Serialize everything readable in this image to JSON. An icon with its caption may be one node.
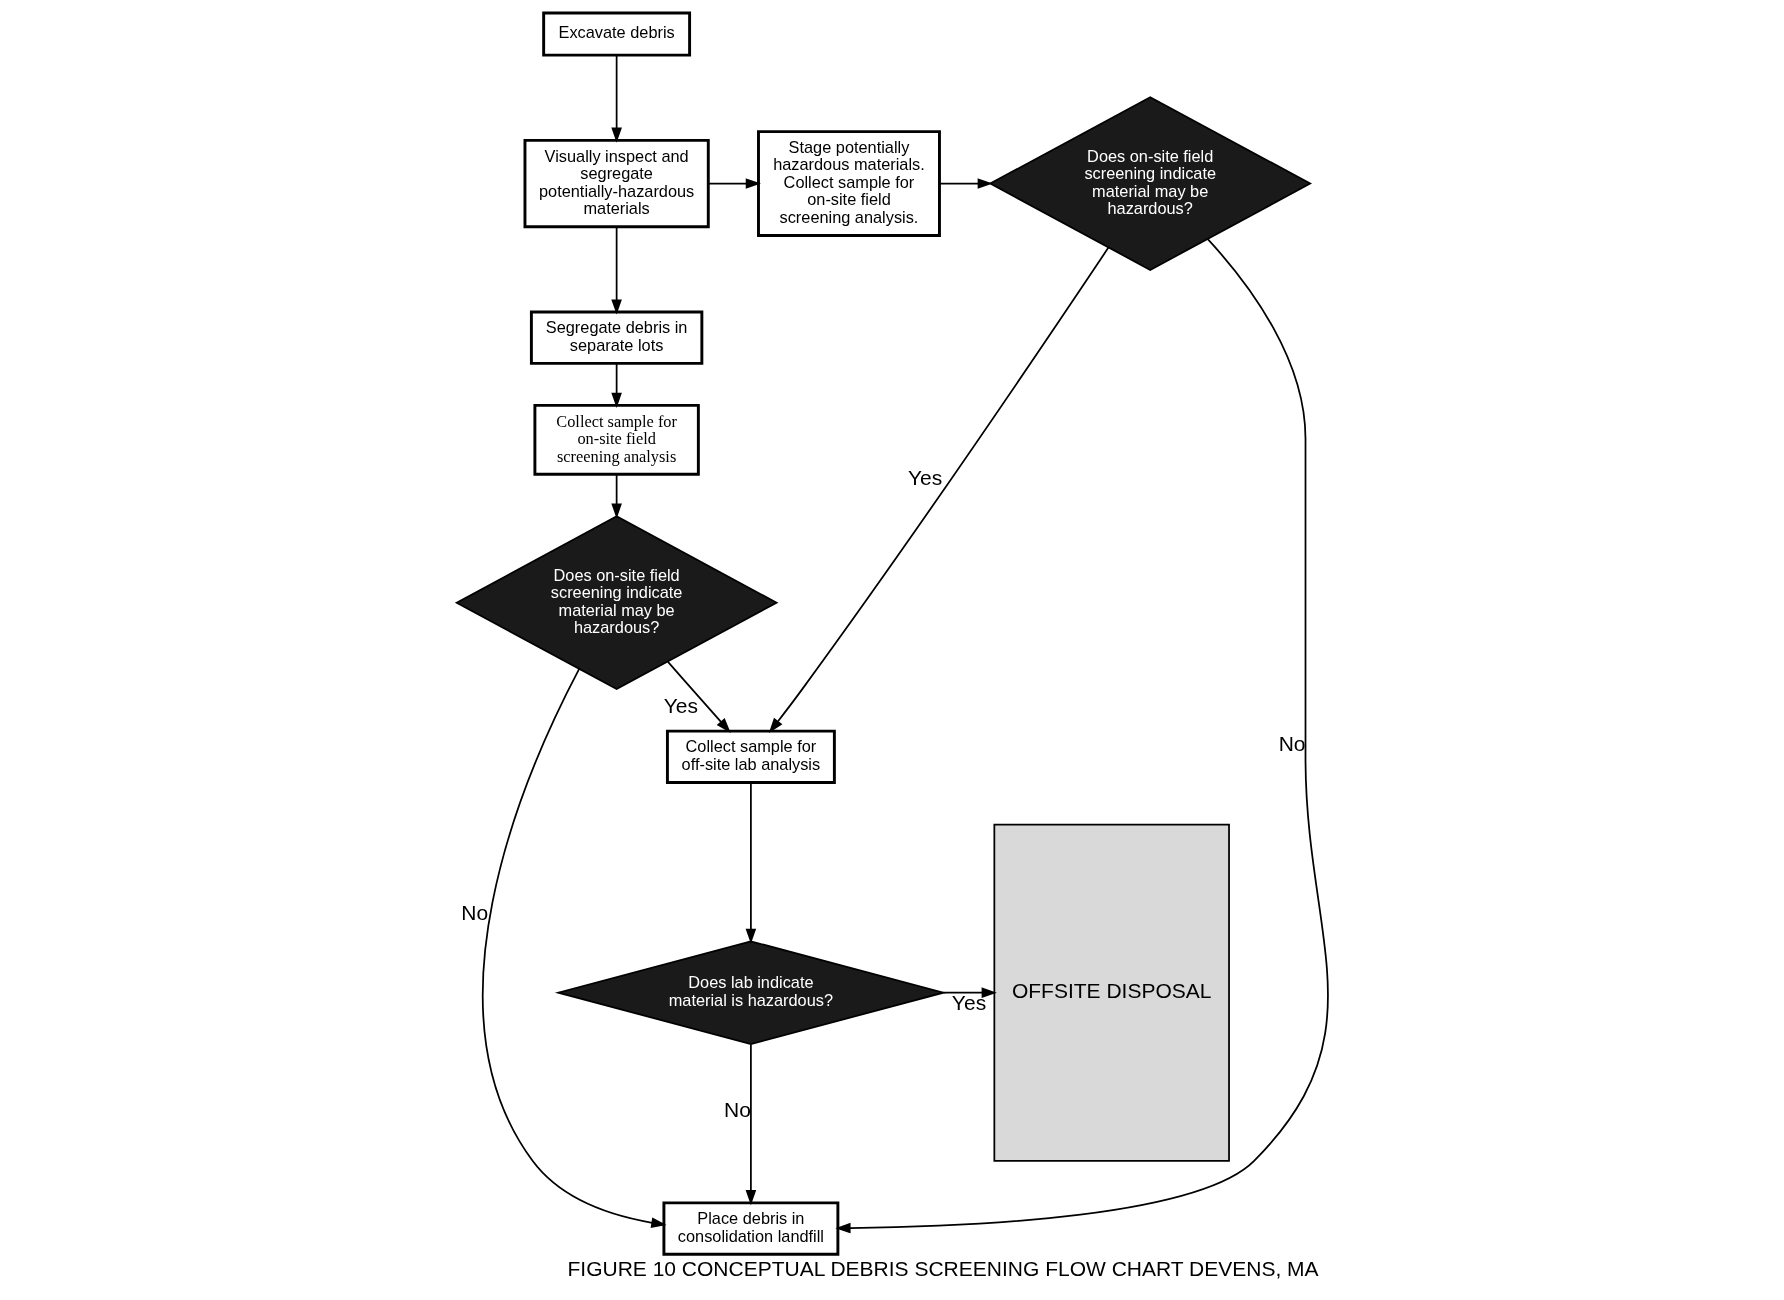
{
  "diagram": {
    "caption": "FIGURE 10 CONCEPTUAL DEBRIS SCREENING FLOW CHART DEVENS, MA",
    "nodes": [
      {
        "text": [
          "Excavate debris"
        ]
      },
      {
        "text": [
          "Visually inspect and segregate potentially-hazardous materials"
        ]
      },
      {
        "text": [
          "Stage potentially hazardous materials. Collect sample for on-site field screening analysis."
        ]
      },
      {
        "text": [
          "Does on-site field screening indicate material may be hazardous?"
        ]
      },
      {
        "text": [
          "Collect sample for off-site lab analysis"
        ]
      },
      {
        "text": [
          "Segregate debris in separate lots"
        ]
      },
      {
        "text": [
          "Collect sample for on-site field screening analysis"
        ]
      },
      {
        "text": [
          "Does on-site field screening indicate material may be hazardous?"
        ]
      },
      {
        "text": [
          "Does lab indicate material is hazardous?"
        ]
      },
      {
        "text": [
          "Place debris in consolidation landfill"
        ]
      },
      {
        "text": [
          "OFFSITE DISPOSAL"
        ]
      }
    ],
    "edges": [
      {
        "from": 0,
        "to": 1,
        "arrow": "to"
      },
      {
        "from": 1,
        "to": 2,
        "arrow": "to"
      },
      {
        "from": 2,
        "to": 3,
        "arrow": "to"
      },
      {
        "from": 3,
        "to": 4,
        "label": "Yes",
        "arrow": "to"
      },
      {
        "from": 3,
        "to": 9,
        "label": "No",
        "arrow": "to"
      },
      {
        "from": 1,
        "to": 5,
        "arrow": "to"
      },
      {
        "from": 5,
        "to": 6,
        "arrow": "to"
      },
      {
        "from": 6,
        "to": 7,
        "arrow": "to"
      },
      {
        "from": 7,
        "to": 4,
        "label": "Yes",
        "arrow": "to"
      },
      {
        "from": 7,
        "to": 9,
        "label": "No",
        "arrow": "to"
      },
      {
        "from": 4,
        "to": 8,
        "arrow": "to"
      },
      {
        "from": 8,
        "to": 10,
        "label": "Yes",
        "arrow": "to"
      },
      {
        "from": 8,
        "to": 9,
        "label": "No",
        "arrow": "to"
      }
    ]
  }
}
